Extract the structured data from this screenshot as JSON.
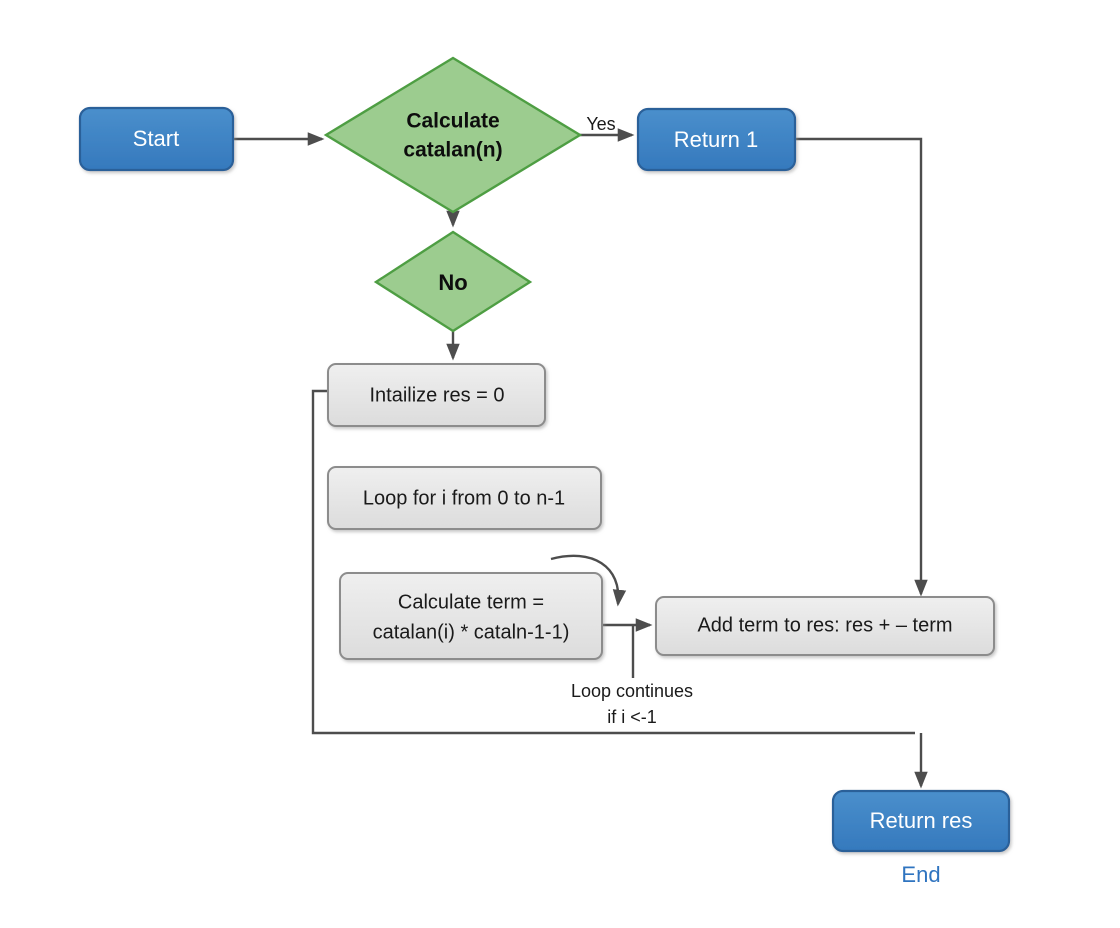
{
  "diagram": {
    "title": "Catalan number recursive algorithm flowchart",
    "background": "#ffffff",
    "colors": {
      "blue_fill": "#3d85c6",
      "blue_stroke": "#2a6099",
      "green_fill": "#9ccc8f",
      "green_stroke": "#4e9e43",
      "gray_fill": "#e8e8e8",
      "gray_stroke": "#8c8c8c",
      "edge_stroke": "#4d4d4d",
      "end_label_color": "#2f74c0",
      "text_light": "#ffffff",
      "text_dark": "#1a1a1a"
    },
    "nodes": [
      {
        "id": "start",
        "label": "Start",
        "shape": "rounded-rect",
        "style": "blue"
      },
      {
        "id": "decision",
        "label_line1": "Calculate",
        "label_line2": "catalan(n)",
        "shape": "diamond",
        "style": "green"
      },
      {
        "id": "no",
        "label": "No",
        "shape": "diamond",
        "style": "green"
      },
      {
        "id": "return1",
        "label": "Return 1",
        "shape": "rounded-rect",
        "style": "blue"
      },
      {
        "id": "init",
        "label": "Intailize res = 0",
        "shape": "rounded-rect",
        "style": "gray"
      },
      {
        "id": "loop",
        "label": "Loop for i from 0 to n-1",
        "shape": "rounded-rect",
        "style": "gray"
      },
      {
        "id": "calcterm",
        "label_line1": "Calculate term =",
        "label_line2": "catalan(i) * cataln-1-1)",
        "shape": "rounded-rect",
        "style": "gray"
      },
      {
        "id": "addterm",
        "label": "Add term to res: res + – term",
        "shape": "rounded-rect",
        "style": "gray"
      },
      {
        "id": "returnres",
        "label": "Return res",
        "shape": "rounded-rect",
        "style": "blue"
      }
    ],
    "edge_labels": {
      "yes": "Yes",
      "loop_continues_line1": "Loop continues",
      "loop_continues_line2": "if i <-1"
    },
    "end_label": "End"
  }
}
